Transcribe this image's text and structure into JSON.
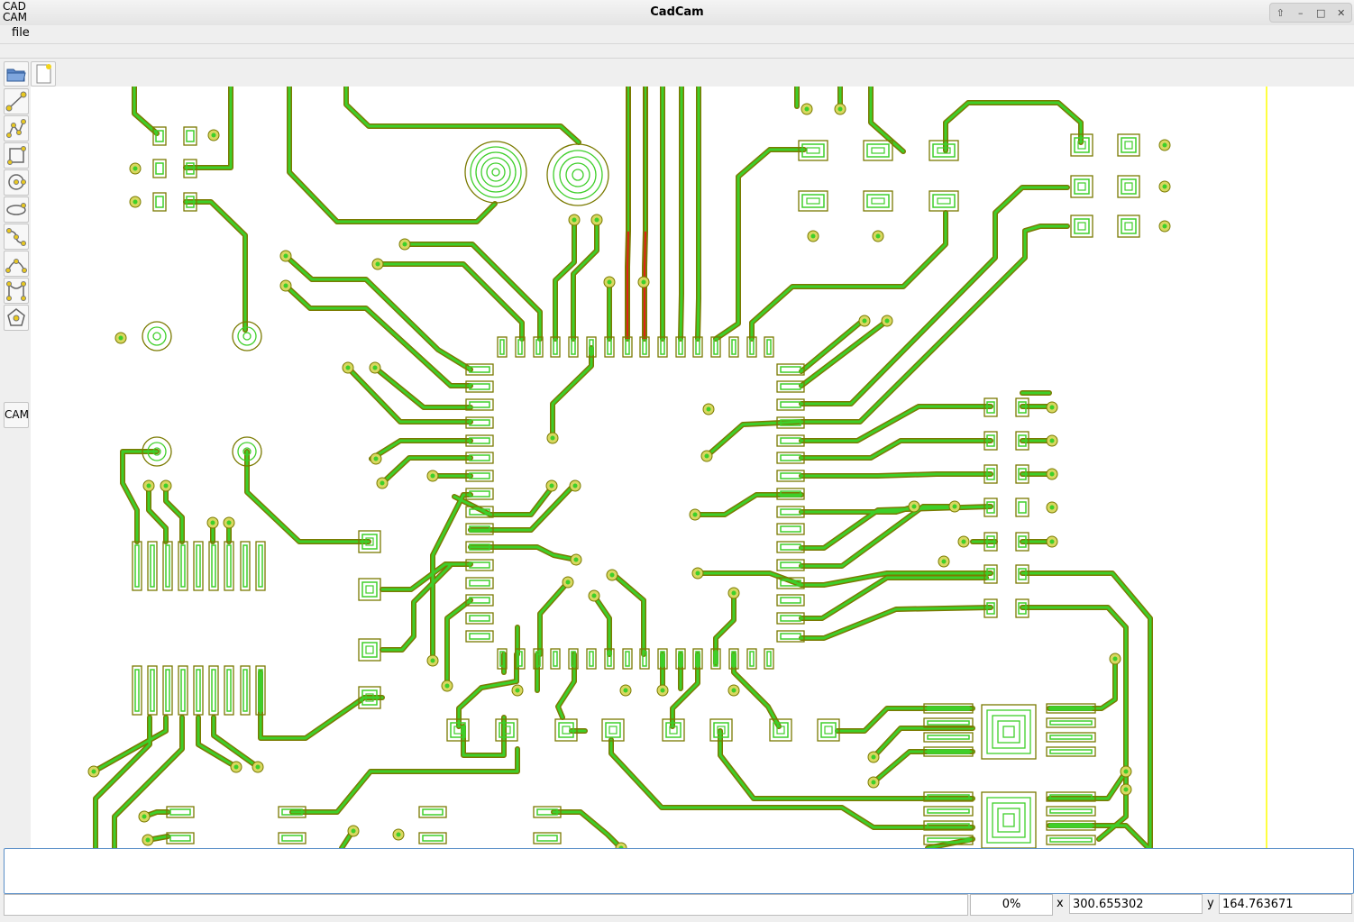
{
  "window": {
    "logo_line1": "CAD",
    "logo_line2": "CAM",
    "title": "CadCam",
    "controls": [
      "⇧",
      "–",
      "□",
      "✕"
    ]
  },
  "menubar": {
    "items": [
      "file"
    ]
  },
  "toolbar": {
    "buttons": [
      "open-folder-icon",
      "new-file-icon"
    ]
  },
  "tools": {
    "items": [
      "line-tool-icon",
      "polyline-tool-icon",
      "rectangle-tool-icon",
      "circle-tool-icon",
      "ellipse-tool-icon",
      "path-tool-icon",
      "arc-tool-icon",
      "bezier-tool-icon",
      "polygon-tool-icon"
    ],
    "cam_label": "CAM"
  },
  "colors": {
    "trace_outline": "#7a7a00",
    "trace_fill": "#3ecf2a",
    "trace_red": "#e0211a",
    "via_yellow": "#d8d860",
    "guide_line": "#ffff00"
  },
  "status": {
    "message": "",
    "progress": "0%",
    "x_label": "x",
    "x_value": "300.655302",
    "y_label": "y",
    "y_value": "164.763671"
  }
}
